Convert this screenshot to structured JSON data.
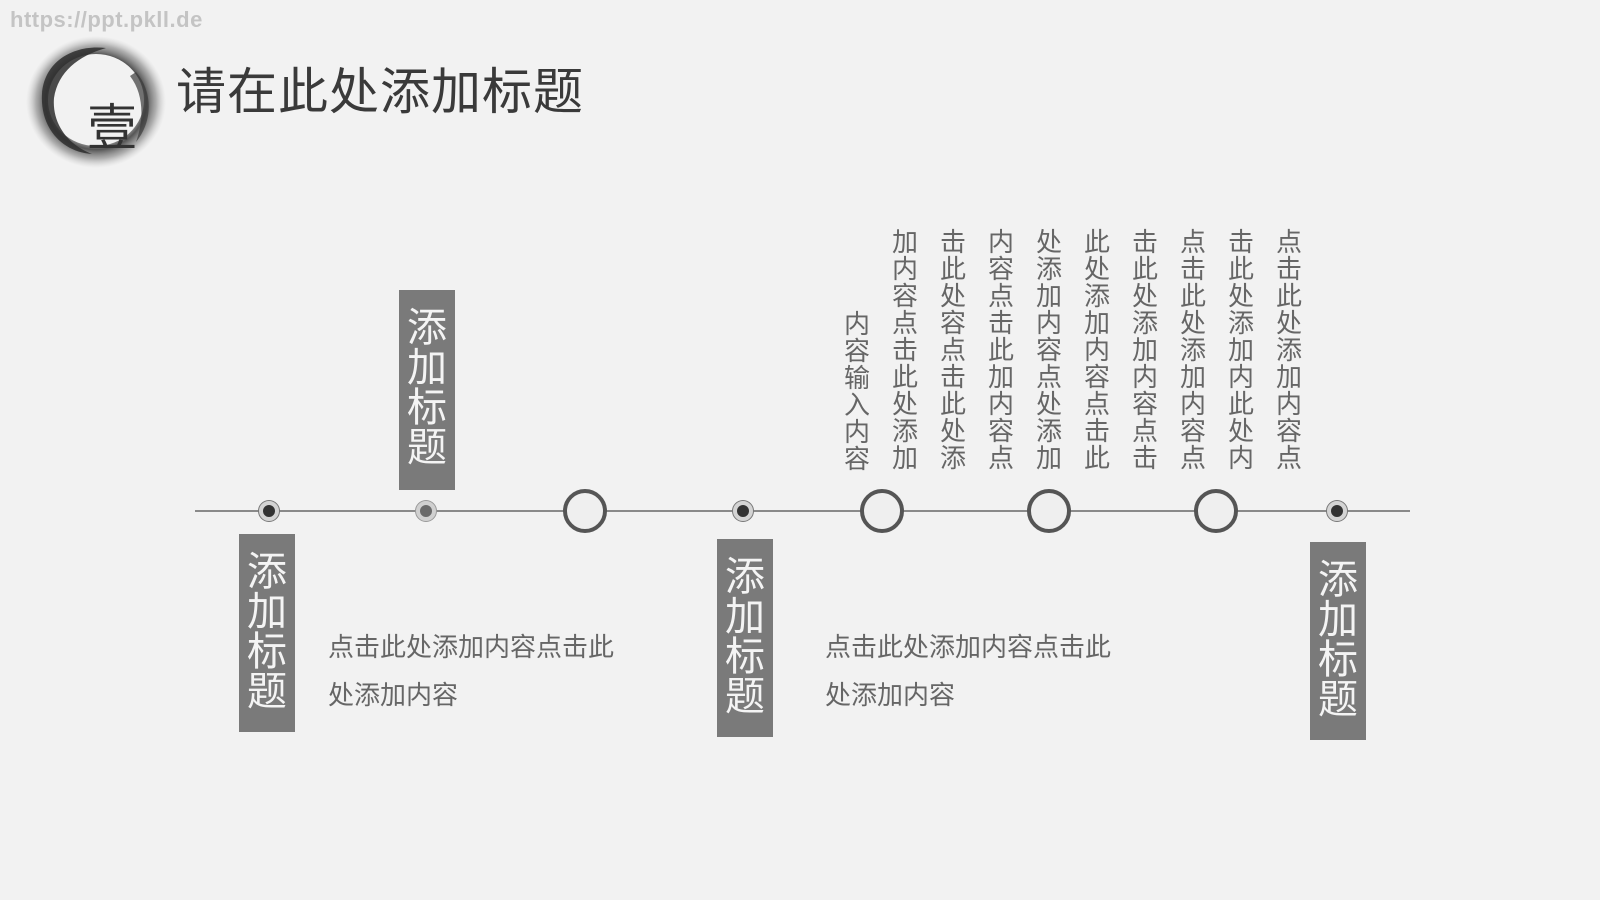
{
  "watermark": "https://ppt.pkll.de",
  "header": {
    "badge_char": "壹",
    "title": "请在此处添加标题"
  },
  "timeline": {
    "titles": {
      "t1": "添加标题",
      "t2": "添加标题",
      "t3": "添加标题",
      "t4": "添加标题"
    },
    "descriptions": {
      "d1": "点击此处添加内容点击此处添加内容",
      "d2": "点击此处添加内容点击此处添加内容"
    },
    "vertical_columns": [
      "内容输入内容",
      "加内容点击此处添加",
      "击此处容点击此处添",
      "内容点击此加内容点",
      "处添加内容点处添加",
      "此处添加内容点击此",
      "击此处添加内容点击",
      "点击此处添加内容点",
      "击此处添加内此处内",
      "点击此处添加内容点"
    ]
  }
}
